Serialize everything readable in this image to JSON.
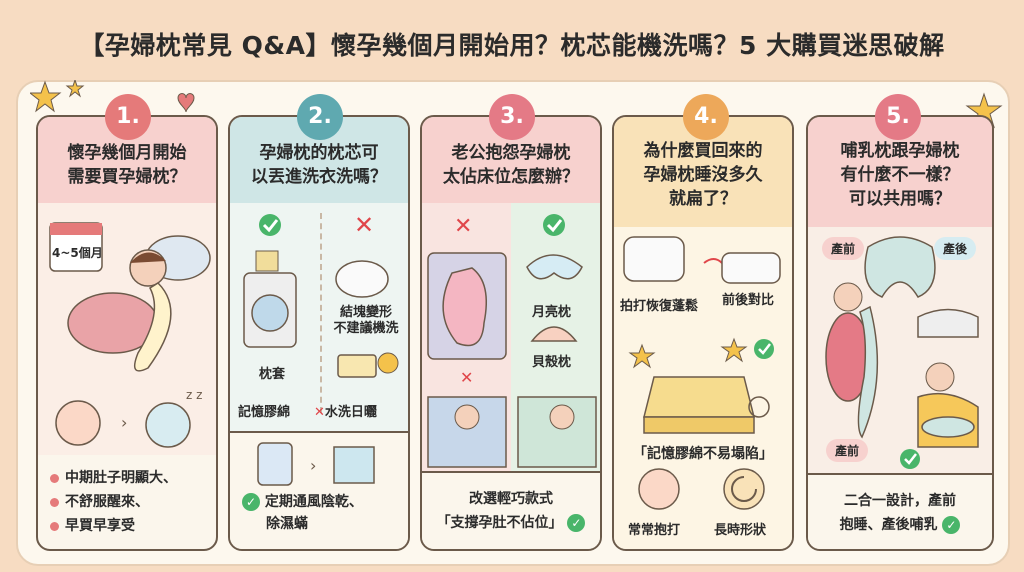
{
  "title": "【孕婦枕常見 Q&A】懷孕幾個月開始用？枕芯能機洗嗎？5 大購買迷思破解",
  "colors": {
    "pink": "#e57a7a",
    "teal": "#5fa9b0",
    "rose": "#e47a86",
    "green": "#49b56a",
    "orange": "#eda85a"
  },
  "cards": [
    {
      "number": "1.",
      "question": [
        "懷孕幾個月開始",
        "需要買孕婦枕？"
      ],
      "calendar": "4~5個月",
      "bullets": [
        "中期肚子明顯大、",
        "不舒服醒來、",
        "早買早享受"
      ]
    },
    {
      "number": "2.",
      "question": [
        "孕婦枕的枕芯可",
        "以丟進洗衣洗嗎？"
      ],
      "labels": {
        "cover": "枕套",
        "clump": [
          "結塊變形",
          "不建議機洗"
        ],
        "foam": "記憶膠綿",
        "nowash": "水洗日曬"
      },
      "tip": [
        "定期通風陰乾、",
        "除濕蟎"
      ]
    },
    {
      "number": "3.",
      "question": [
        "老公抱怨孕婦枕",
        "太佔床位怎麼辦？"
      ],
      "labels": {
        "moon": "月亮枕",
        "shell": "貝殼枕"
      },
      "tip": [
        "改選輕巧款式",
        "「支撐孕肚不佔位」"
      ]
    },
    {
      "number": "4.",
      "question": [
        "為什麼買回來的",
        "孕婦枕睡沒多久",
        "就扁了？"
      ],
      "labels": {
        "pat": "拍打恢復蓬鬆",
        "compare": "前後對比",
        "foam": "「記憶膠綿不易塌陷」",
        "hug": "常常抱打",
        "long": "長時形狀"
      }
    },
    {
      "number": "5.",
      "question": [
        "哺乳枕跟孕婦枕",
        "有什麼不一樣？",
        "可以共用嗎？"
      ],
      "labels": {
        "pre": "產前",
        "post": "產後",
        "pre2": "產前"
      },
      "tip": [
        "二合一設計，產前",
        "抱睡、產後哺乳"
      ]
    }
  ]
}
